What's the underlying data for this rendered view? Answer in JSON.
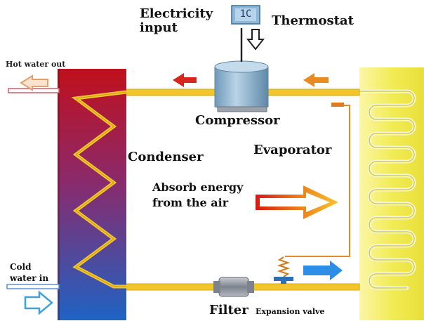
{
  "labels": {
    "electricity_input": "Electricity input",
    "thermostat": "Thermostat",
    "thermostat_display": "1C",
    "hot_water_out": "Hot water out",
    "compressor": "Compressor",
    "condenser": "Condenser",
    "evaporator": "Evaporator",
    "absorb_energy": "Absorb energy from the air",
    "cold_water_in": "Cold water in",
    "filter": "Filter",
    "expansion_valve": "Expansion valve"
  },
  "colors": {
    "pipe": "#f2c52a",
    "condenser_top": "#c0101c",
    "condenser_bottom": "#1f63c4",
    "evaporator_fill": "#f6f27a",
    "compressor": "#8fb5d2",
    "arrow_red": "#d8261f",
    "arrow_orange": "#ea8a23",
    "arrow_blue": "#2c8ee6"
  },
  "icons": {
    "thermostat": "thermostat-icon",
    "down_arrow": "hollow-down-arrow-icon",
    "hot_water_arrow": "hollow-left-arrow-icon",
    "cold_water_arrow": "hollow-right-arrow-icon",
    "absorb_arrow": "gradient-right-arrow-icon",
    "flow_arrows": "flow-arrow-icon"
  }
}
